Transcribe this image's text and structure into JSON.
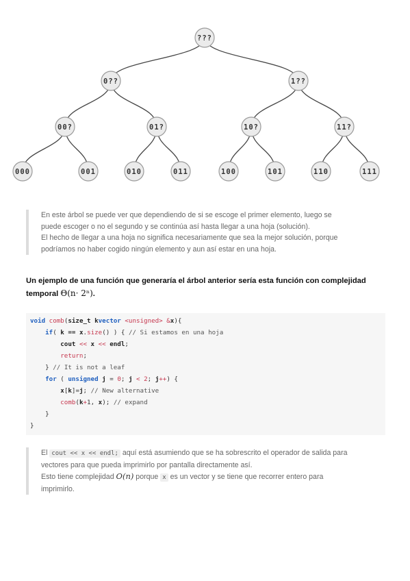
{
  "tree": {
    "root": "???",
    "level1": [
      "0??",
      "1??"
    ],
    "level2": [
      "00?",
      "01?",
      "10?",
      "11?"
    ],
    "leaves": [
      "000",
      "001",
      "010",
      "011",
      "100",
      "101",
      "110",
      "111"
    ]
  },
  "quote1": {
    "line1": "En este árbol se puede ver que dependiendo de si se escoge el primer elemento, luego se",
    "line2": "puede escoger o no el segundo y se continúa así hasta llegar a una hoja (solución).",
    "line3": "El hecho de llegar a una hoja no significa necesariamente que sea la mejor solución, porque",
    "line4": "podríamos no haber cogido ningún elemento y aun así estar en una hoja."
  },
  "heading": {
    "line1": "Un ejemplo de una función que generaría el árbol anterior sería esta función con complejidad",
    "line2_prefix": "temporal ",
    "math": "Θ(n· 2ⁿ)",
    "suffix": "."
  },
  "code": {
    "l1": {
      "kw1": "void ",
      "fn": "comb",
      "t1": "(",
      "b1": "size_t k",
      ", ": ", ",
      "kw2": "vector ",
      "op1": "<",
      "kw3": "unsigned",
      "op2": "> &",
      "b2": "x",
      "t2": "){"
    },
    "l2": {
      "kw": "if",
      "t1": "( ",
      "b1": "k",
      "op": " == ",
      "b2": "x",
      "t2": ".",
      "fn": "size",
      "t3": "() ) { ",
      "cm": "// Si estamos en una hoja"
    },
    "l3": {
      "b1": "cout",
      "op1": " << ",
      "b2": "x",
      "op2": " << ",
      "b3": "endl",
      "t": ";"
    },
    "l4": {
      "fn": "return",
      "t": ";"
    },
    "l5": {
      "t": "} ",
      "cm": "// It is not a leaf"
    },
    "l6": {
      "kw1": "for",
      "t1": " ( ",
      "kw2": "unsigned ",
      "b1": "j",
      "t2": " = ",
      "n1": "0",
      "t3": "; ",
      "b2": "j",
      "op": " < ",
      "n2": "2",
      "t4": "; ",
      "b3": "j",
      "op2": "++",
      "t5": ") {"
    },
    "l7": {
      "b1": "x",
      "t1": "[",
      "b2": "k",
      "t2": "]=",
      "b3": "j",
      "t3": "; ",
      "cm": "// New alternative"
    },
    "l8": {
      "fn": "comb",
      "t1": "(",
      "b1": "k",
      "op": "+",
      "n": "1",
      "t2": ", ",
      "b2": "x",
      "t3": "); ",
      "cm": "// expand"
    },
    "l9": {
      "t": "}"
    },
    "l10": {
      "t": "}"
    }
  },
  "quote2": {
    "p1_pre": "El ",
    "p1_code": "cout << x << endl;",
    "p1_post": " aquí está asumiendo que se ha sobrescrito el operador de salida para",
    "p1_line2": "vectores para que pueda imprimirlo por pantalla directamente así.",
    "p2_pre": "Esto tiene complejidad ",
    "p2_math": "O(n)",
    "p2_mid": " porque ",
    "p2_code": "x",
    "p2_post": " es un vector y se tiene que recorrer entero para",
    "p2_line2": "imprimirlo."
  }
}
